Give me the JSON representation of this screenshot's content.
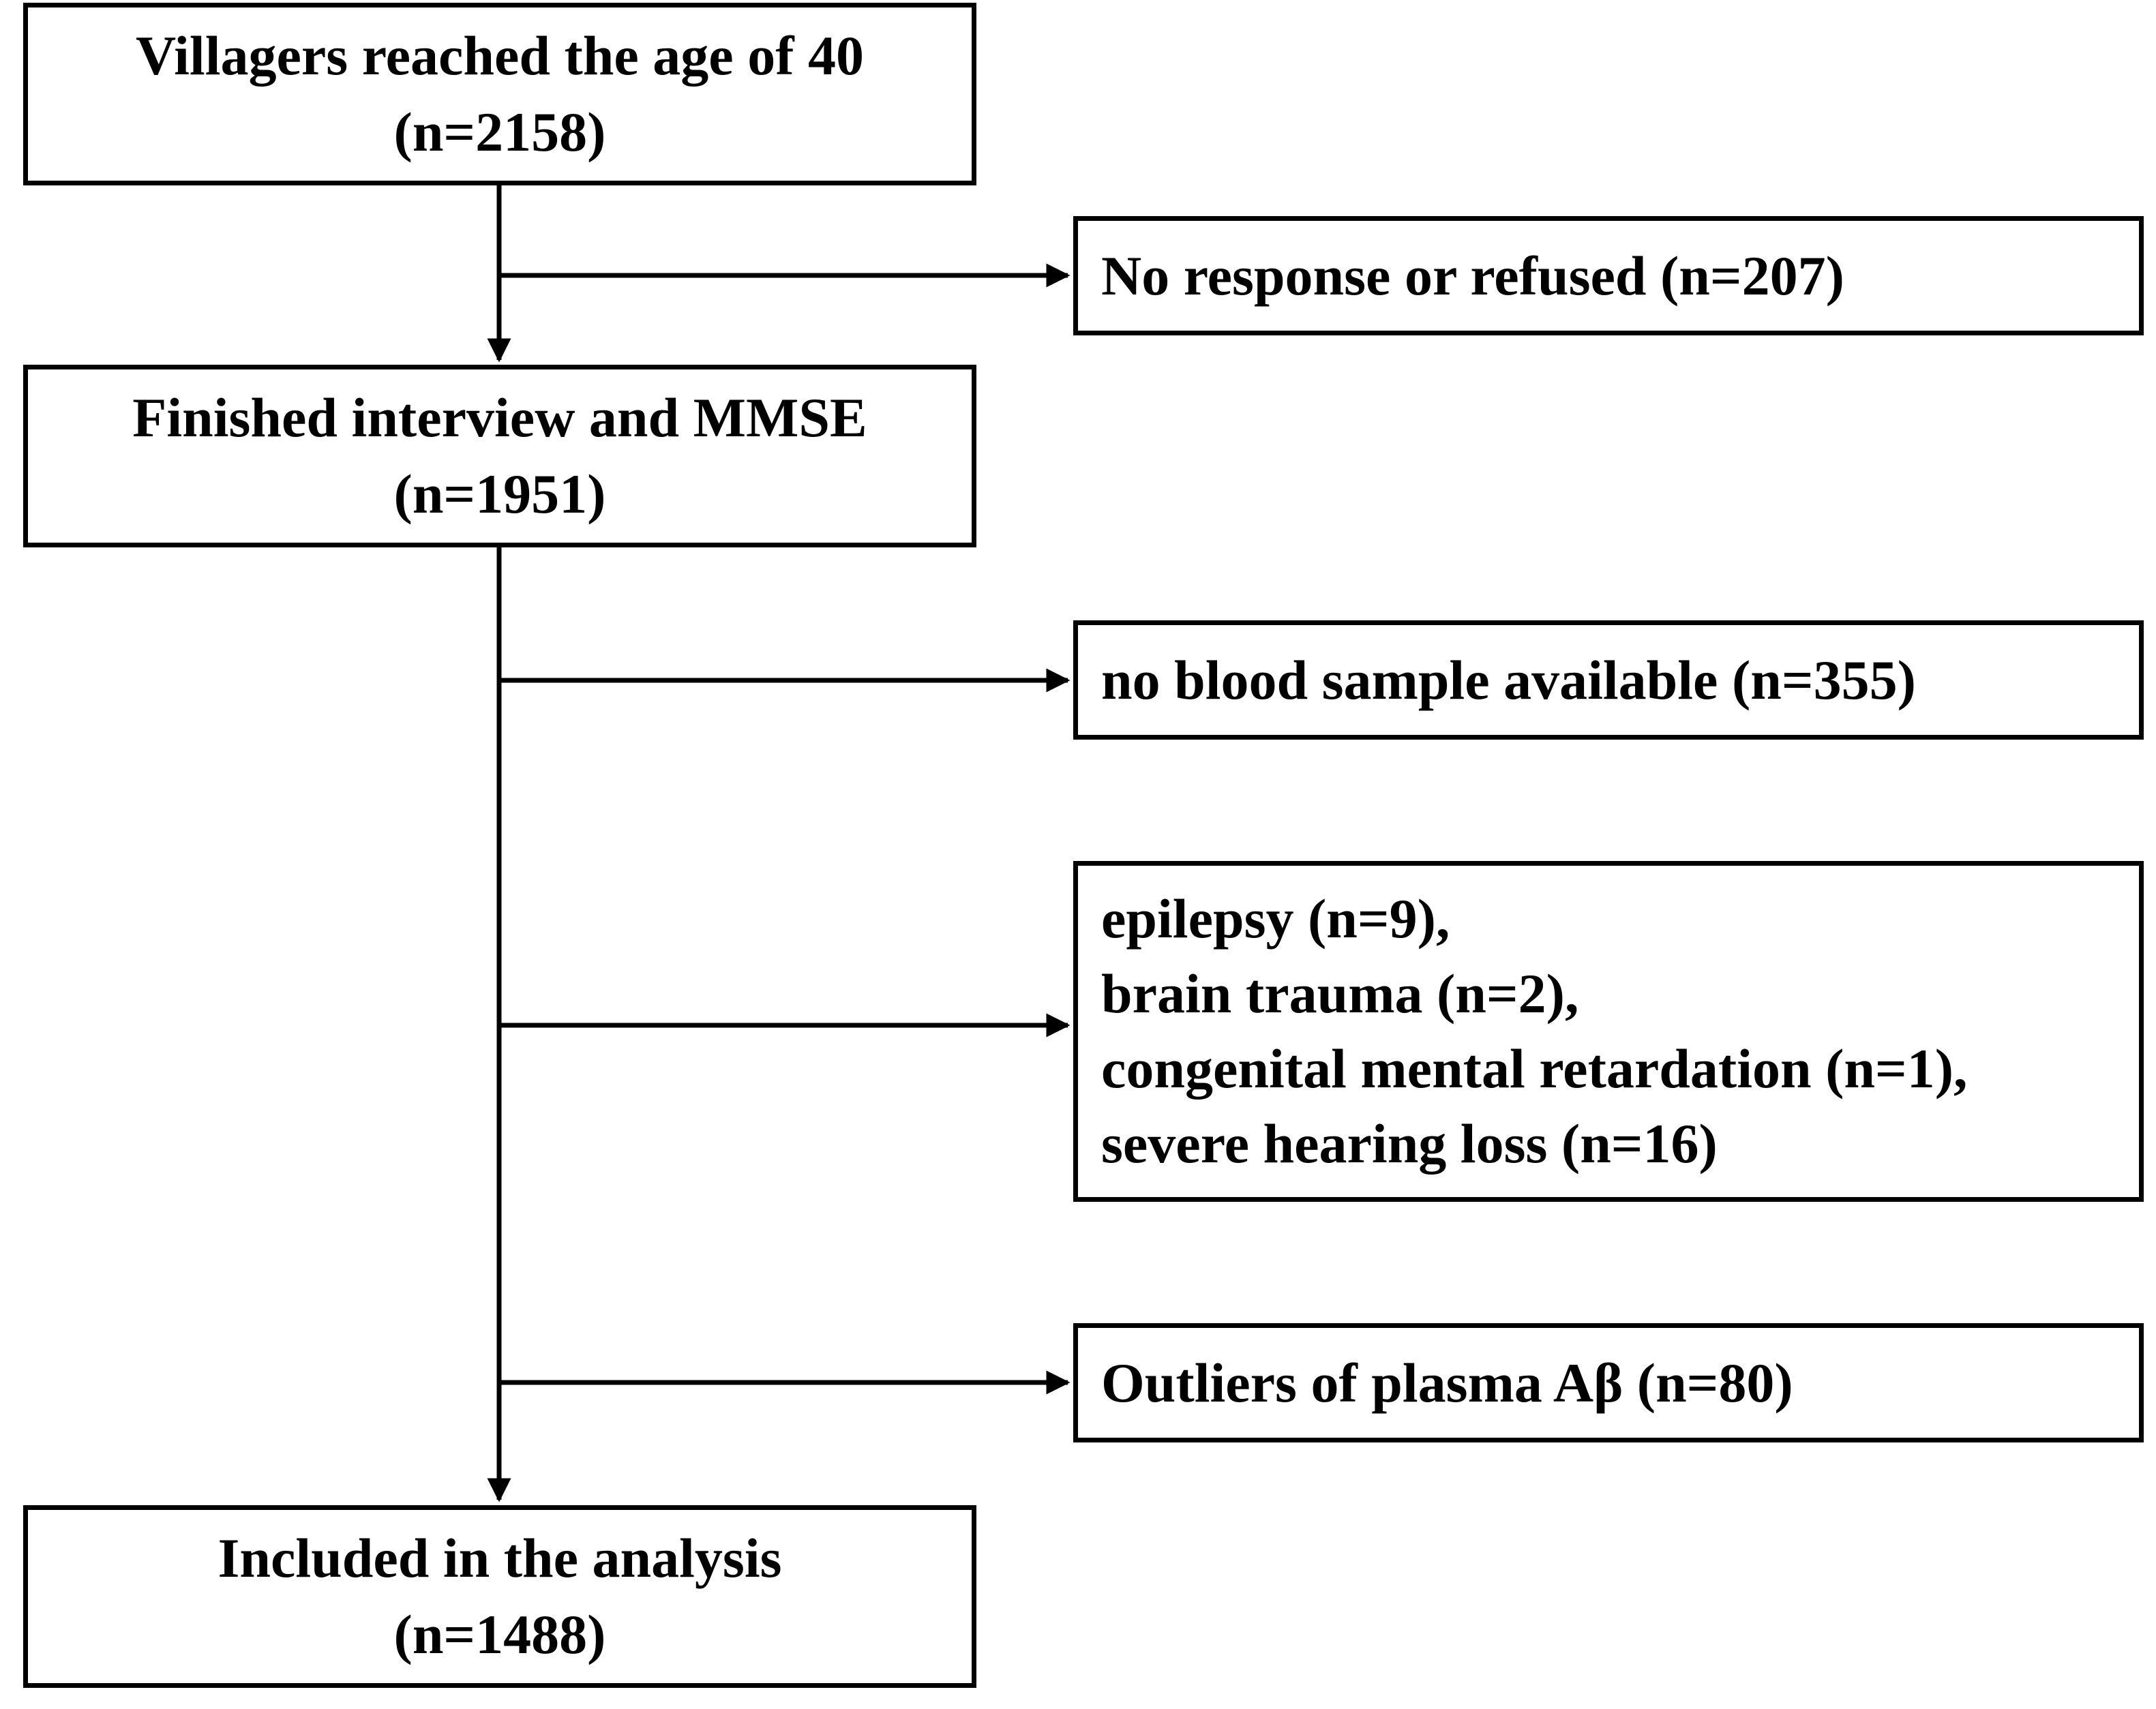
{
  "main_steps": [
    {
      "line1": "Villagers reached the age of 40",
      "line2": "(n=2158)"
    },
    {
      "line1": "Finished interview and MMSE",
      "line2": "(n=1951)"
    },
    {
      "line1": "Included in the analysis",
      "line2": "(n=1488)"
    }
  ],
  "exclusions": [
    {
      "lines": [
        "No response or refused (n=207)"
      ]
    },
    {
      "lines": [
        "no blood sample available (n=355)"
      ]
    },
    {
      "lines": [
        "epilepsy (n=9),",
        "brain trauma (n=2),",
        "congenital mental retardation (n=1),",
        "severe hearing loss (n=16)"
      ]
    },
    {
      "lines": [
        "Outliers of plasma Aβ (n=80)"
      ]
    }
  ],
  "colors": {
    "stroke": "#000000",
    "background": "#ffffff"
  }
}
